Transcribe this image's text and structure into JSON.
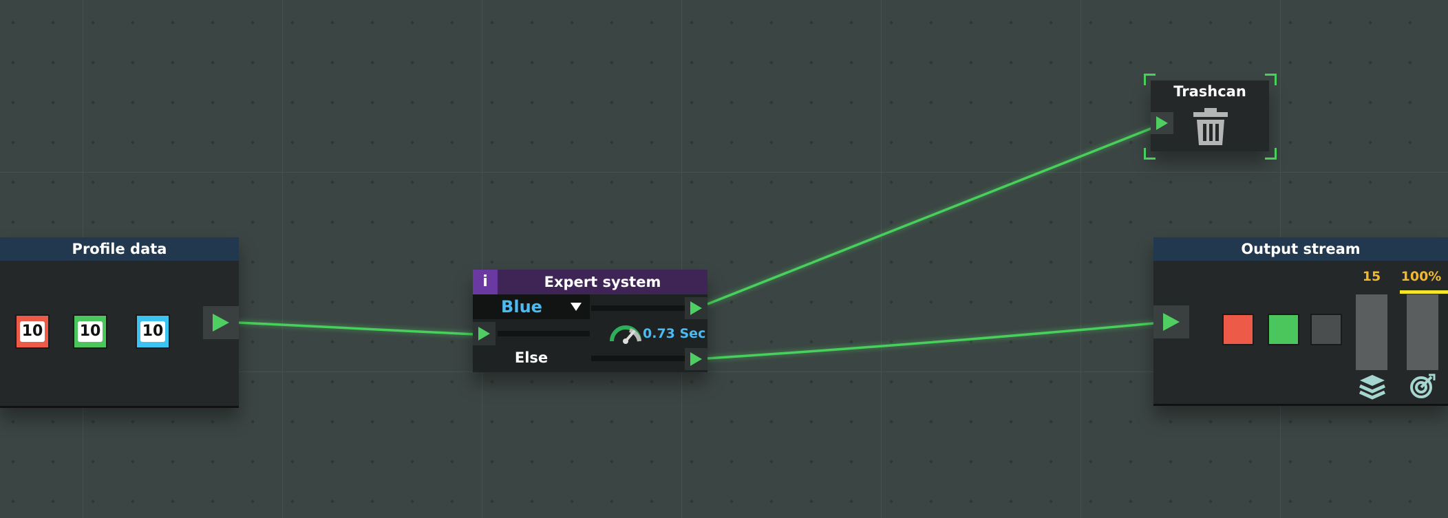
{
  "profile_data": {
    "title": "Profile data",
    "chips": [
      {
        "value": "10",
        "color": "#ee5a48"
      },
      {
        "value": "10",
        "color": "#4ac65c"
      },
      {
        "value": "10",
        "color": "#3cc3f2"
      }
    ]
  },
  "expert_system": {
    "info_label": "i",
    "title": "Expert system",
    "selected_color": "Blue",
    "timer": "0.73 Sec",
    "else_label": "Else"
  },
  "trashcan": {
    "title": "Trashcan",
    "icon": "trash-icon"
  },
  "output_stream": {
    "title": "Output stream",
    "swatches": [
      "#ee5a48",
      "#4ac65c",
      "#4a4e4e"
    ],
    "count": "15",
    "percent": "100%",
    "percent_fill": 1.0,
    "count_icon": "layers-icon",
    "percent_icon": "target-icon"
  },
  "colors": {
    "wire": "#49d05c",
    "header_blue": "#22384f",
    "header_purple": "#3e2555",
    "accent_yellow": "#f2b830"
  }
}
